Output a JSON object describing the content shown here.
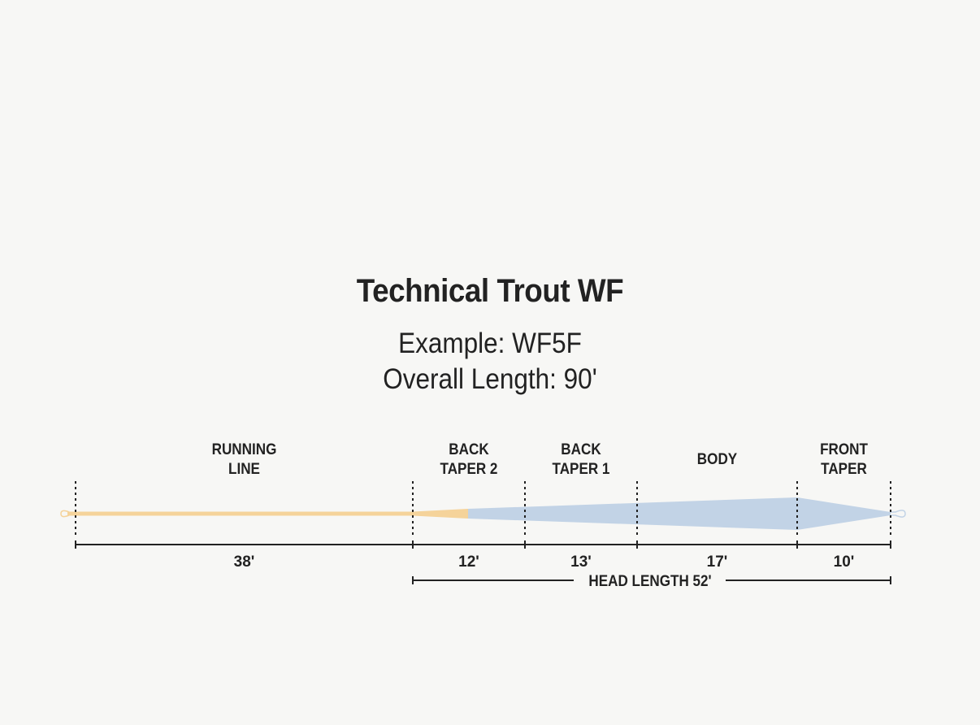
{
  "title": "Technical Trout WF",
  "example": "Example: WF5F",
  "overall_length": "Overall Length: 90'",
  "colors": {
    "running_line": "#f5d39a",
    "head": "#c2d3e6",
    "text": "#222222",
    "background": "#f7f7f5"
  },
  "sections": [
    {
      "id": "running-line",
      "label_lines": [
        "RUNNING",
        "LINE"
      ],
      "length_label": "38'",
      "length_ft": 38
    },
    {
      "id": "back-taper-2",
      "label_lines": [
        "BACK",
        "TAPER 2"
      ],
      "length_label": "12'",
      "length_ft": 12
    },
    {
      "id": "back-taper-1",
      "label_lines": [
        "BACK",
        "TAPER 1"
      ],
      "length_label": "13'",
      "length_ft": 13
    },
    {
      "id": "body",
      "label_lines": [
        "BODY"
      ],
      "length_label": "17'",
      "length_ft": 17
    },
    {
      "id": "front-taper",
      "label_lines": [
        "FRONT",
        "TAPER"
      ],
      "length_label": "10'",
      "length_ft": 10
    }
  ],
  "head_length_label": "HEAD LENGTH 52'"
}
